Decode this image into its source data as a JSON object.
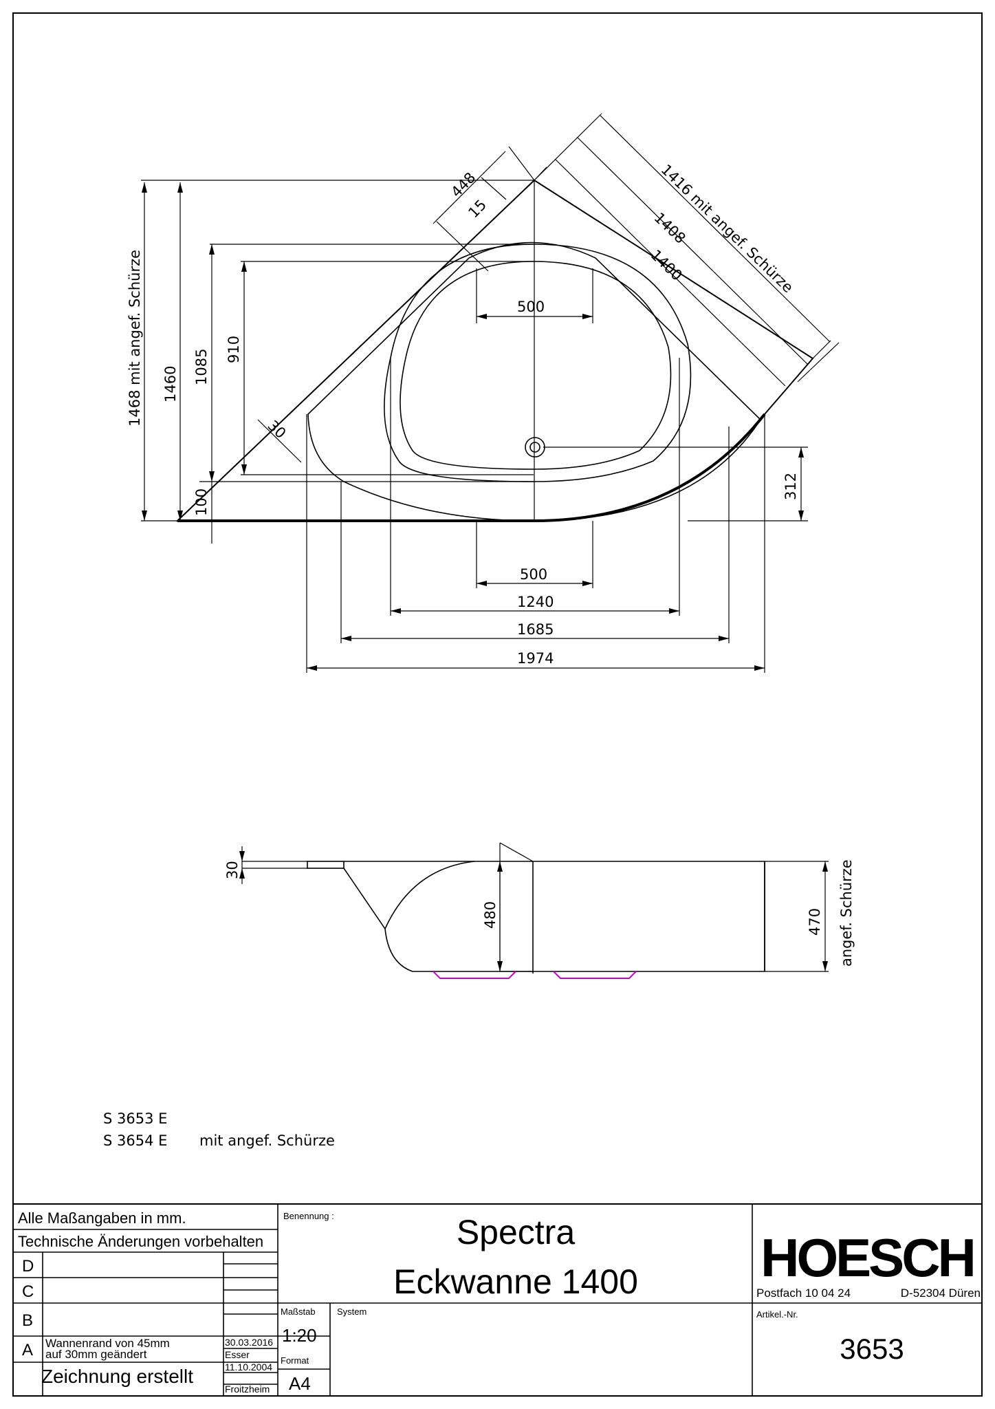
{
  "plan_dims": {
    "d1416": "1416 mit angef. Schürze",
    "d1408": "1408",
    "d1400": "1400",
    "d448": "448",
    "d15": "15",
    "d500_top": "500",
    "d1468": "1468 mit angef. Schürze",
    "d1460": "1460",
    "d1085": "1085",
    "d910": "910",
    "d30": "30",
    "d100": "100",
    "d312": "312",
    "d500_bottom": "500",
    "d1240": "1240",
    "d1685": "1685",
    "d1974": "1974"
  },
  "section_dims": {
    "d30": "30",
    "d480": "480",
    "d470": "470",
    "apron": "angef. Schürze"
  },
  "variants": [
    {
      "code": "S 3653 E",
      "note": ""
    },
    {
      "code": "S 3654 E",
      "note": "mit angef. Schürze"
    }
  ],
  "title_block": {
    "note1": "Alle Maßangaben in mm.",
    "note2": "Technische Änderungen vorbehalten",
    "benennung_label": "Benennung :",
    "name_line1": "Spectra",
    "name_line2": "Eckwanne 1400",
    "logo_text": "HOESCH",
    "address": "Postfach 10 04 24",
    "city": "D-52304 Düren",
    "revisions": [
      {
        "letter": "D",
        "text1": "",
        "text2": "",
        "date": "",
        "name": ""
      },
      {
        "letter": "C",
        "text1": "",
        "text2": "",
        "date": "",
        "name": ""
      },
      {
        "letter": "B",
        "text1": "",
        "text2": "",
        "date": "",
        "name": ""
      },
      {
        "letter": "A",
        "text1": "Wannenrand von 45mm",
        "text2": "auf 30mm geändert",
        "date": "30.03.2016",
        "name": "Esser"
      }
    ],
    "created_text": "Zeichnung erstellt",
    "created_date": "11.10.2004",
    "created_name": "Froitzheim",
    "scale_label": "Maßstab",
    "scale": "1:20",
    "format_label": "Format",
    "format": "A4",
    "system_label": "System",
    "article_label": "Artikel.-Nr.",
    "article_no": "3653"
  }
}
